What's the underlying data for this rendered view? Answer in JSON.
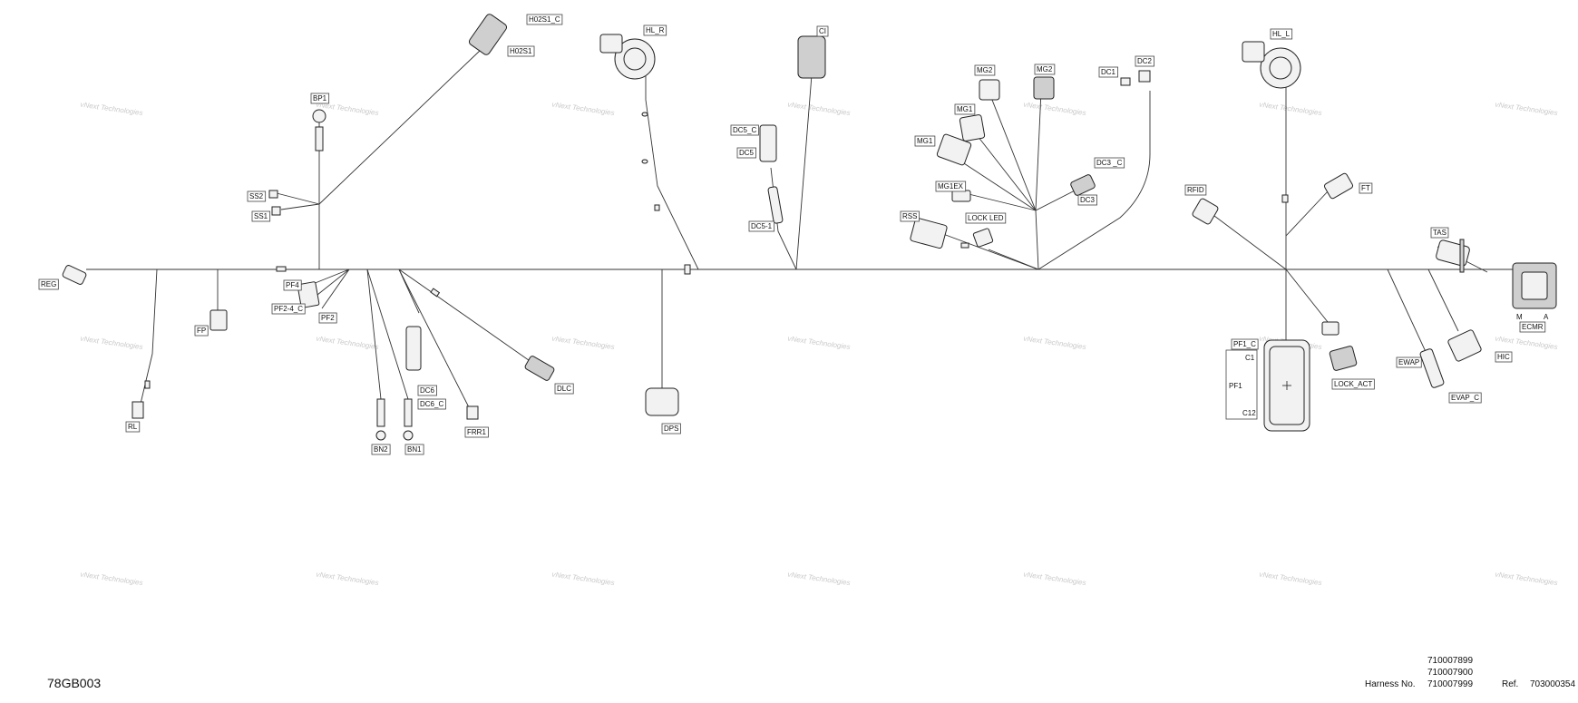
{
  "drawing_id": "78GB003",
  "harness": {
    "label": "Harness No.",
    "numbers": [
      "710007899",
      "710007900",
      "710007999"
    ]
  },
  "ref": {
    "label": "Ref.",
    "value": "703000354"
  },
  "watermark_text": "vNext Technologies",
  "connectors": [
    {
      "id": "REG",
      "label": "REG"
    },
    {
      "id": "RL",
      "label": "RL"
    },
    {
      "id": "FP",
      "label": "FP"
    },
    {
      "id": "SS2",
      "label": "SS2"
    },
    {
      "id": "SS1",
      "label": "SS1"
    },
    {
      "id": "BP1",
      "label": "BP1"
    },
    {
      "id": "H02S1_C",
      "label": "H02S1_C"
    },
    {
      "id": "H02S1",
      "label": "H02S1"
    },
    {
      "id": "PF4",
      "label": "PF4"
    },
    {
      "id": "PF2-4_C",
      "label": "PF2-4_C"
    },
    {
      "id": "PF2",
      "label": "PF2"
    },
    {
      "id": "BN2",
      "label": "BN2"
    },
    {
      "id": "BN1",
      "label": "BN1"
    },
    {
      "id": "DC6",
      "label": "DC6"
    },
    {
      "id": "DC6_C",
      "label": "DC6_C"
    },
    {
      "id": "FRR1",
      "label": "FRR1"
    },
    {
      "id": "DLC",
      "label": "DLC"
    },
    {
      "id": "HL_R",
      "label": "HL_R"
    },
    {
      "id": "DPS",
      "label": "DPS"
    },
    {
      "id": "CI",
      "label": "CI"
    },
    {
      "id": "DC5_C",
      "label": "DC5_C"
    },
    {
      "id": "DC5",
      "label": "DC5"
    },
    {
      "id": "DC5-1",
      "label": "DC5-1"
    },
    {
      "id": "MG2a",
      "label": "MG2"
    },
    {
      "id": "MG2b",
      "label": "MG2"
    },
    {
      "id": "MG1a",
      "label": "MG1"
    },
    {
      "id": "MG1b",
      "label": "MG1"
    },
    {
      "id": "MG1EX",
      "label": "MG1EX"
    },
    {
      "id": "RSS",
      "label": "RSS"
    },
    {
      "id": "LOCK_LED",
      "label": "LOCK LED"
    },
    {
      "id": "DC1",
      "label": "DC1"
    },
    {
      "id": "DC2",
      "label": "DC2"
    },
    {
      "id": "DC3_C",
      "label": "DC3 _C"
    },
    {
      "id": "DC3",
      "label": "DC3"
    },
    {
      "id": "HL_L",
      "label": "HL_L"
    },
    {
      "id": "RFID",
      "label": "RFID"
    },
    {
      "id": "FT",
      "label": "FT"
    },
    {
      "id": "PF1_C",
      "label": "PF1_C"
    },
    {
      "id": "C1",
      "label": "C1"
    },
    {
      "id": "PF1",
      "label": "PF1"
    },
    {
      "id": "C12",
      "label": "C12"
    },
    {
      "id": "LOCK_ACT",
      "label": "LOCK_ACT"
    },
    {
      "id": "TAS",
      "label": "TAS"
    },
    {
      "id": "EWAP",
      "label": "EWAP"
    },
    {
      "id": "EVAP_C",
      "label": "EVAP_C"
    },
    {
      "id": "HIC",
      "label": "HIC"
    },
    {
      "id": "M",
      "label": "M"
    },
    {
      "id": "A",
      "label": "A"
    },
    {
      "id": "ECMR",
      "label": "ECMR"
    }
  ]
}
